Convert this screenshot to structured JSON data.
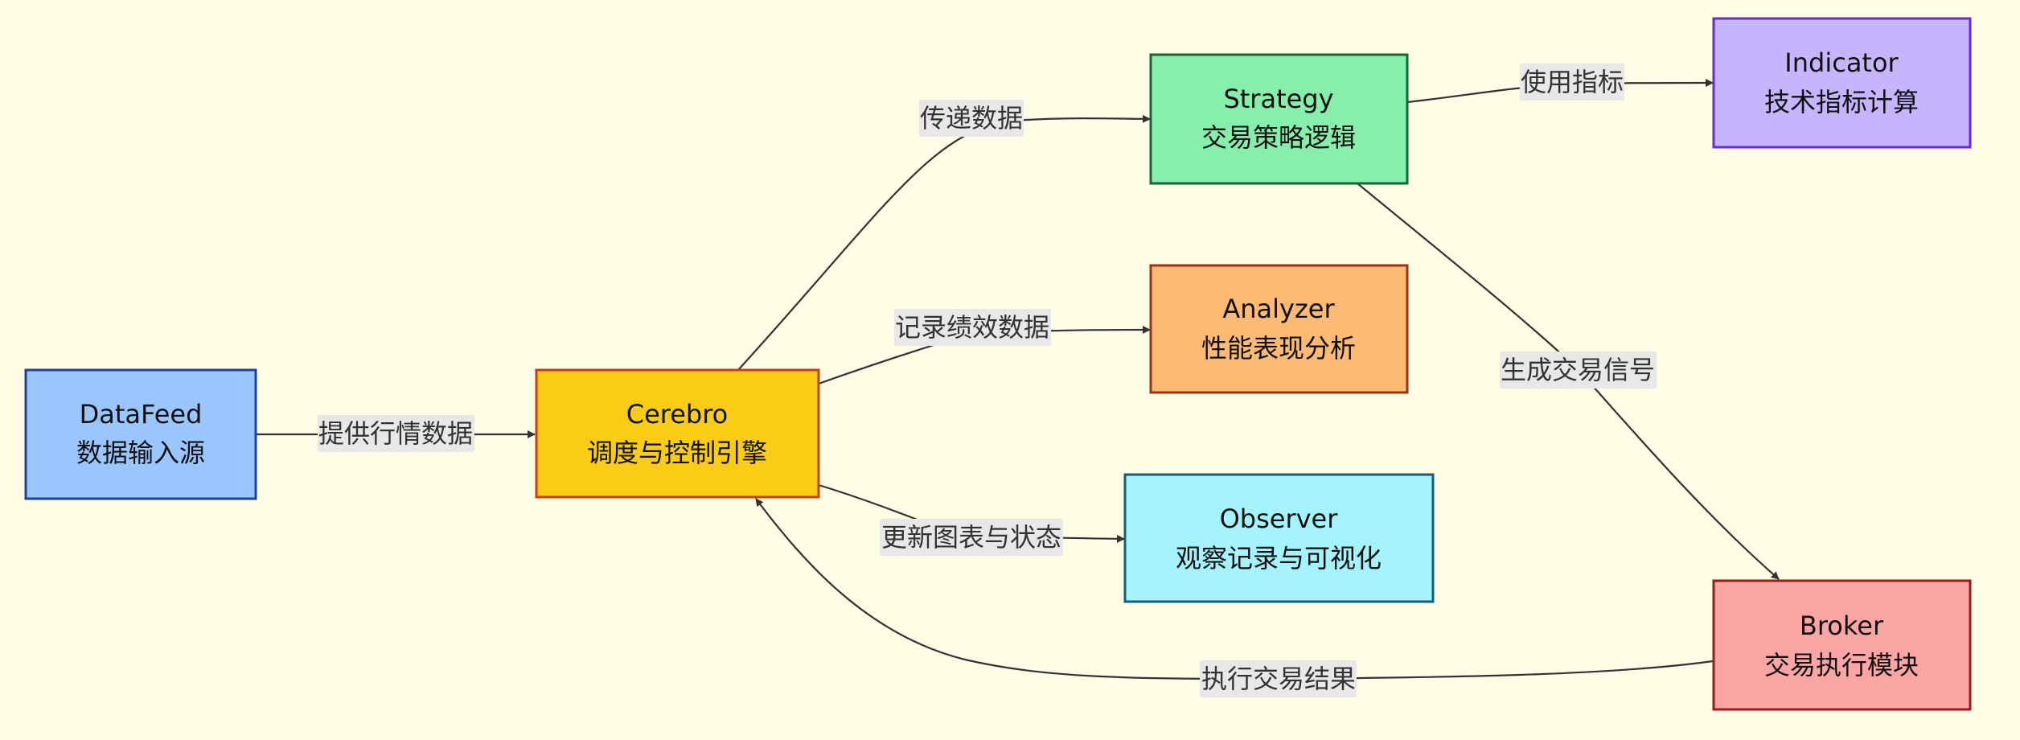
{
  "nodes": {
    "datafeed": {
      "title": "DataFeed",
      "subtitle": "数据输入源",
      "fill": "#99c6ff",
      "stroke": "#1f3f99"
    },
    "cerebro": {
      "title": "Cerebro",
      "subtitle": "调度与控制引擎",
      "fill": "#facc15",
      "stroke": "#c2410c"
    },
    "strategy": {
      "title": "Strategy",
      "subtitle": "交易策略逻辑",
      "fill": "#86efac",
      "stroke": "#166534"
    },
    "analyzer": {
      "title": "Analyzer",
      "subtitle": "性能表现分析",
      "fill": "#fdba74",
      "stroke": "#9a3412"
    },
    "observer": {
      "title": "Observer",
      "subtitle": "观察记录与可视化",
      "fill": "#a5f3fc",
      "stroke": "#155e75"
    },
    "indicator": {
      "title": "Indicator",
      "subtitle": "技术指标计算",
      "fill": "#c4b5fd",
      "stroke": "#6d28d9"
    },
    "broker": {
      "title": "Broker",
      "subtitle": "交易执行模块",
      "fill": "#fca5a5",
      "stroke": "#991b1b"
    }
  },
  "edges": {
    "datafeed_cerebro": {
      "label": "提供行情数据"
    },
    "cerebro_strategy": {
      "label": "传递数据"
    },
    "cerebro_analyzer": {
      "label": "记录绩效数据"
    },
    "cerebro_observer": {
      "label": "更新图表与状态"
    },
    "strategy_indicator": {
      "label": "使用指标"
    },
    "strategy_broker": {
      "label": "生成交易信号"
    },
    "broker_cerebro": {
      "label": "执行交易结果"
    }
  },
  "colors": {
    "background": "#fffde5",
    "edge": "#333333",
    "label_bg": "#e8e8e8"
  }
}
